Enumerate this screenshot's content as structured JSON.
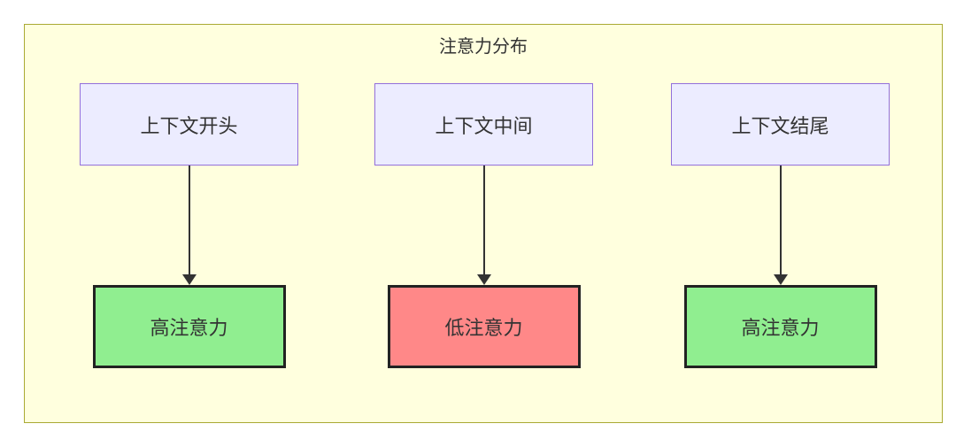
{
  "diagram": {
    "title": "注意力分布",
    "columns": [
      {
        "top_label": "上下文开头",
        "bottom_label": "高注意力",
        "attention_level": "high"
      },
      {
        "top_label": "上下文中间",
        "bottom_label": "低注意力",
        "attention_level": "low"
      },
      {
        "top_label": "上下文结尾",
        "bottom_label": "高注意力",
        "attention_level": "high"
      }
    ],
    "icons": [
      {
        "name": "arrow-down-icon",
        "glyph": "▼"
      }
    ],
    "colors": {
      "container_bg": "#ffffde",
      "container_border": "#aaaa33",
      "node_bg": "#ececff",
      "node_border": "#9370db",
      "high_bg": "#90ee90",
      "low_bg": "#ff8888",
      "result_border": "#222222",
      "arrow": "#333333",
      "text": "#333333"
    }
  }
}
